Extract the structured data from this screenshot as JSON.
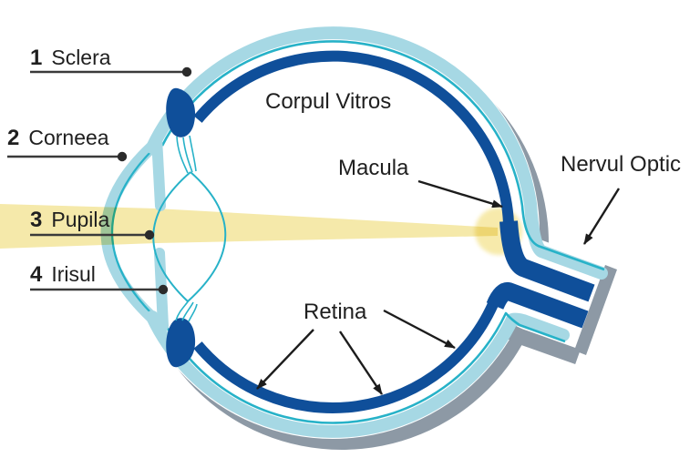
{
  "diagram": {
    "numbered_labels": [
      {
        "num": "1",
        "text": "Sclera"
      },
      {
        "num": "2",
        "text": "Corneea"
      },
      {
        "num": "3",
        "text": "Pupila"
      },
      {
        "num": "4",
        "text": "Irisul"
      }
    ],
    "annotations": {
      "corpul_vitros": "Corpul Vitros",
      "macula": "Macula",
      "nervul_optic": "Nervul Optic",
      "retina": "Retina"
    },
    "colors": {
      "sclera_light_blue": "#a6d8e4",
      "teal_lining": "#27b2c8",
      "retina_dark_blue": "#0f4f9a",
      "shadow_gray": "#8d99a5",
      "beam_yellow": "#f5e8a3",
      "text_ink": "#1f1f1f"
    }
  }
}
